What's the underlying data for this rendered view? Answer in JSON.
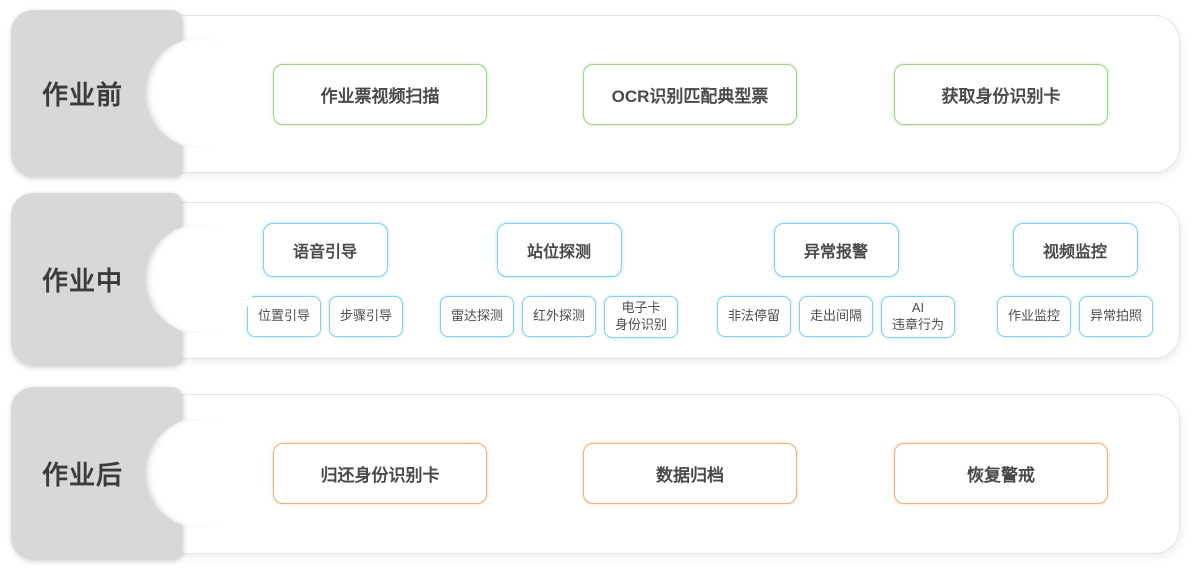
{
  "colors": {
    "accent_green": "#9fd38a",
    "accent_blue": "#85cdf3",
    "accent_orange": "#f9ae77",
    "tab_gray": "#d8d8d8"
  },
  "phases": [
    {
      "id": "pre",
      "label": "作业前",
      "steps": [
        {
          "label": "作业票视频扫描"
        },
        {
          "label": "OCR识别匹配典型票"
        },
        {
          "label": "获取身份识别卡"
        }
      ]
    },
    {
      "id": "during",
      "label": "作业中",
      "groups": [
        {
          "label": "语音引导",
          "children": [
            {
              "label": "位置引导"
            },
            {
              "label": "步骤引导"
            }
          ]
        },
        {
          "label": "站位探测",
          "children": [
            {
              "label": "雷达探测"
            },
            {
              "label": "红外探测"
            },
            {
              "label": "电子卡\n身份识别"
            }
          ]
        },
        {
          "label": "异常报警",
          "children": [
            {
              "label": "非法停留"
            },
            {
              "label": "走出间隔"
            },
            {
              "label": "AI\n违章行为"
            }
          ]
        },
        {
          "label": "视频监控",
          "children": [
            {
              "label": "作业监控"
            },
            {
              "label": "异常拍照"
            }
          ]
        }
      ]
    },
    {
      "id": "post",
      "label": "作业后",
      "steps": [
        {
          "label": "归还身份识别卡"
        },
        {
          "label": "数据归档"
        },
        {
          "label": "恢复警戒"
        }
      ]
    }
  ]
}
